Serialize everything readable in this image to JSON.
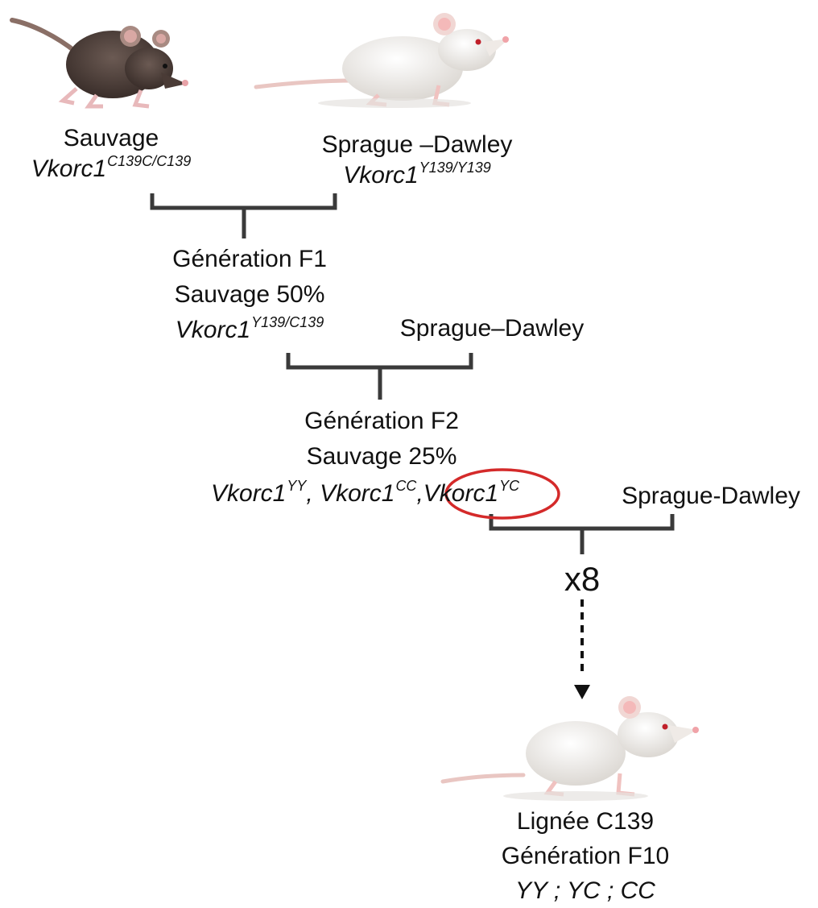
{
  "parents": {
    "wild": {
      "name": "Sauvage",
      "gene": "Vkorc1",
      "genotype": "C139C/C139"
    },
    "sd": {
      "name": "Sprague –Dawley",
      "gene": "Vkorc1",
      "genotype": "Y139/Y139"
    }
  },
  "f1": {
    "title": "Génération F1",
    "percent": "Sauvage 50%",
    "gene": "Vkorc1",
    "genotype": "Y139/C139",
    "backcross_label": "Sprague–Dawley"
  },
  "f2": {
    "title": "Génération F2",
    "percent": "Sauvage 25%",
    "genotypes": [
      {
        "gene": "Vkorc1",
        "sup": "YY",
        "sep": ", "
      },
      {
        "gene": "Vkorc1",
        "sup": "CC",
        "sep": ","
      },
      {
        "gene": "Vkorc1",
        "sup": "YC",
        "sep": ""
      }
    ],
    "selected_genotype_index": 2,
    "backcross_label": "Sprague-Dawley"
  },
  "repeat_label": "x8",
  "result": {
    "line": "Lignée C139",
    "generation": "Génération F10",
    "genotypes": "YY ; YC ; CC"
  },
  "colors": {
    "bracket": "#3a3a3a",
    "highlight_ellipse": "#d42a2a",
    "wild_rat": "#4e3f3a",
    "albino_rat": "#f3f1ee",
    "text": "#111111"
  },
  "icons": [
    "wild-brown-rat-icon",
    "albino-rat-icon",
    "albino-rat-icon"
  ]
}
